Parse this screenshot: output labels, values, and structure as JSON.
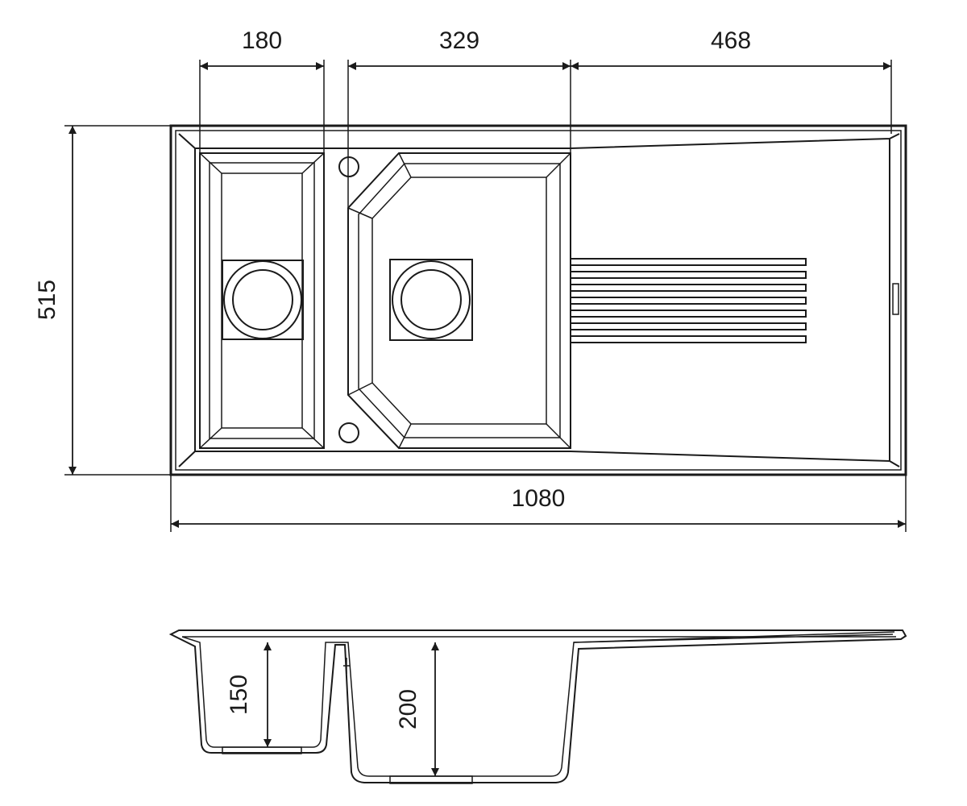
{
  "dimensions": {
    "small_bowl_width": "180",
    "main_bowl_width": "329",
    "drainer_width": "468",
    "overall_depth": "515",
    "overall_length": "1080",
    "small_bowl_depth": "150",
    "main_bowl_depth": "200"
  },
  "colors": {
    "line": "#1a1a1a",
    "background": "#ffffff"
  }
}
